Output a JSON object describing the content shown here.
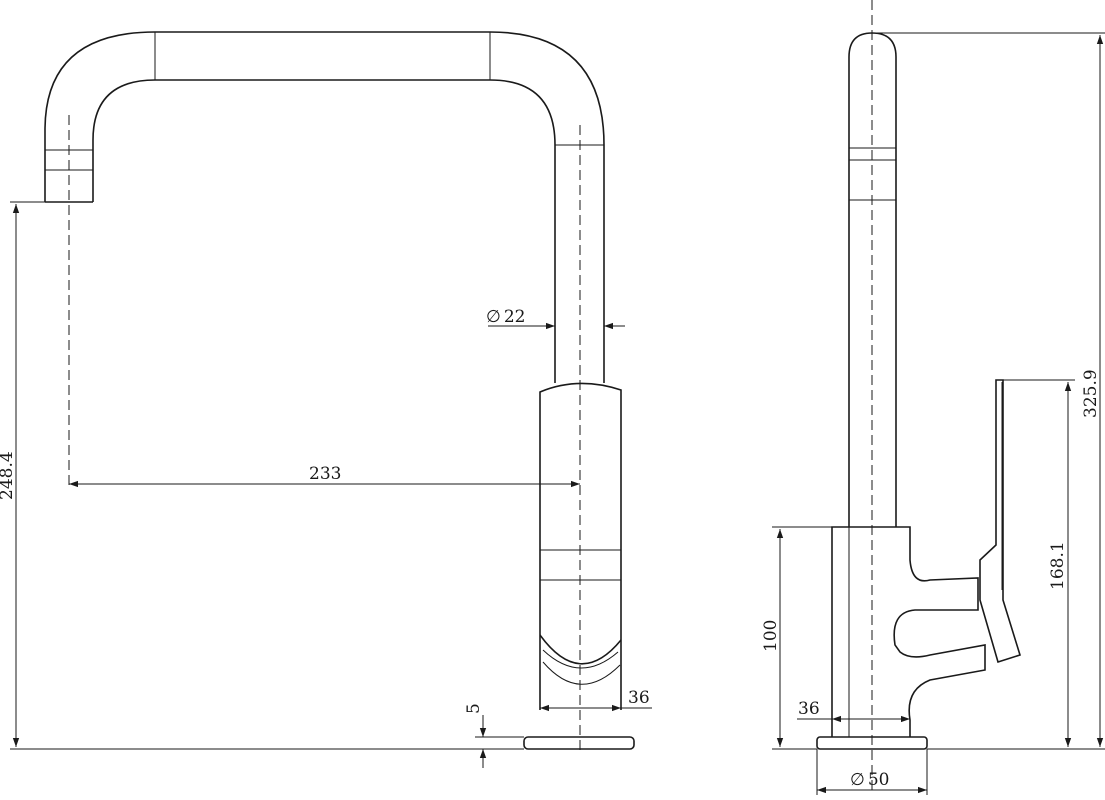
{
  "drawing": {
    "dims": {
      "pipe_diameter": "22",
      "spout_reach": "233",
      "spout_height": "248.4",
      "base_thickness": "5",
      "body_width_front": "36",
      "body_height": "100",
      "body_width_side": "36",
      "base_diameter": "50",
      "handle_height": "168.1",
      "total_height": "325.9"
    },
    "symbols": {
      "diameter": "∅"
    }
  }
}
